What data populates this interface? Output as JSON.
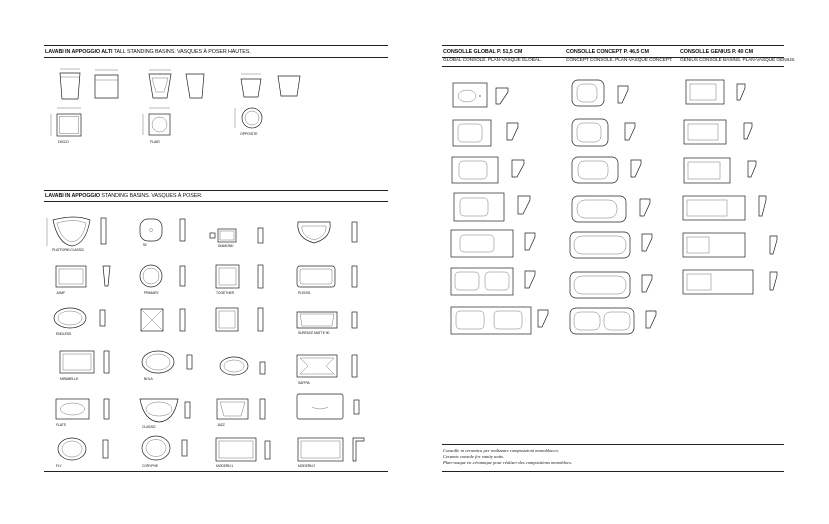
{
  "sections": {
    "tall": {
      "title_bold": "LAVABI IN APPOGGIO ALTI",
      "title_rest": " TALL STANDING BASINS. VASQUES À POSER HAUTES.",
      "labels": [
        "DISCO",
        "FLAIR",
        "OPPOSITE"
      ]
    },
    "standing": {
      "title_bold": "LAVABI IN APPOGGIO",
      "title_rest": " STANDING BASINS. VASQUES À POSER.",
      "labels": [
        "PLATFORM CLASSIC",
        "90",
        "DIAMOND",
        "",
        "JUMP",
        "PRIMARY",
        "TOGETHER",
        "PLENTA",
        "ENDLESS",
        "",
        "",
        "SURFACE MATTE 90",
        "MIRABELLE",
        "BOLA",
        "",
        "SAPPIA",
        "FLATS",
        "CLASSIC",
        "JAZZ",
        "",
        "FLY",
        "CORYPHE",
        "MODERN 1",
        "MODERN 2"
      ]
    },
    "consoles": [
      {
        "title": "CONSOLLE GLOBAL P. 51,5 CM",
        "subtitle": "GLOBAL CONSOLE. PLAN-VASQUE GLOBAL."
      },
      {
        "title": "CONSOLLE CONCEPT P. 46,5 CM",
        "subtitle": "CONCEPT CONSOLE. PLAN-VASQUE CONCEPT."
      },
      {
        "title": "CONSOLLE GENIUS P. 40 CM",
        "subtitle": "GENIUS CONSOLE BASINS. PLAN-VASQUE GENIUS."
      }
    ]
  },
  "footnote": {
    "line1": "Consolle in ceramica per realizzare composizioni monoblocco.",
    "line2": "Ceramic console for vanity units.",
    "line3": "Plan-vasque en céramique pour réaliser des compositions monoblocs."
  }
}
